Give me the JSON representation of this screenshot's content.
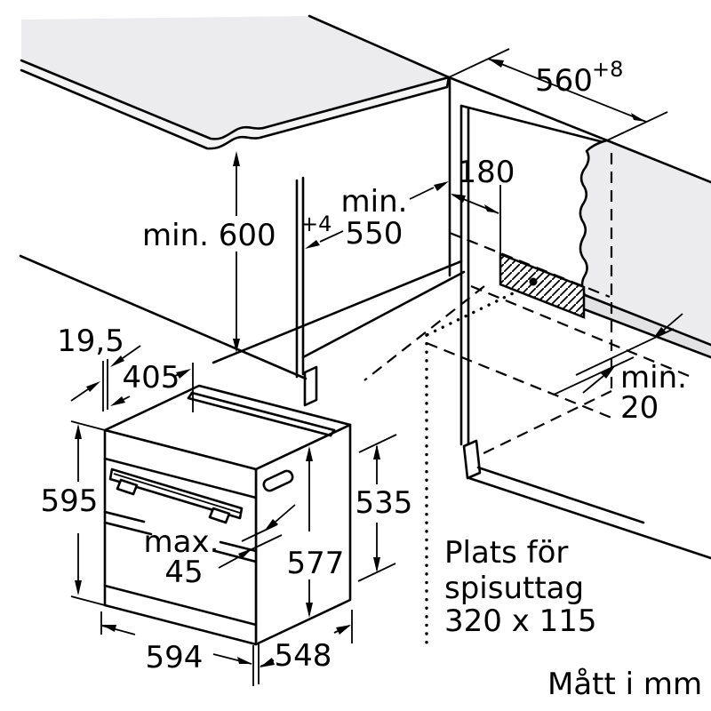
{
  "diagram": {
    "type": "appliance installation drawing",
    "colors": {
      "line": "#000000",
      "counter_surface": "#ececee",
      "counter_edge": "#f4f4f5",
      "wall_surface": "#ececee",
      "wall_base_strip": "#e2e2e4"
    },
    "dimensions": {
      "niche_width": {
        "text": "560",
        "sup": "+8"
      },
      "niche_height": {
        "text": "min. 600",
        "sup": "+4"
      },
      "socket_offset": {
        "text": "180"
      },
      "niche_depth": {
        "l1": "min.",
        "l2": "550"
      },
      "wall_clearance": {
        "l1": "min.",
        "l2": "20"
      },
      "front_lip": {
        "text": "19,5"
      },
      "top_recess_depth": {
        "text": "405"
      },
      "oven_front_height": {
        "text": "595"
      },
      "door_protrusion": {
        "l1": "max.",
        "l2": "45"
      },
      "oven_body_height": {
        "text": "577"
      },
      "oven_back_height": {
        "text": "535"
      },
      "oven_width": {
        "text": "594"
      },
      "oven_depth": {
        "text": "548"
      }
    },
    "notes": {
      "socket_line1": "Plats för",
      "socket_line2": "spisuttag",
      "socket_line3": "320 x 115",
      "units": "Mått i mm"
    }
  }
}
